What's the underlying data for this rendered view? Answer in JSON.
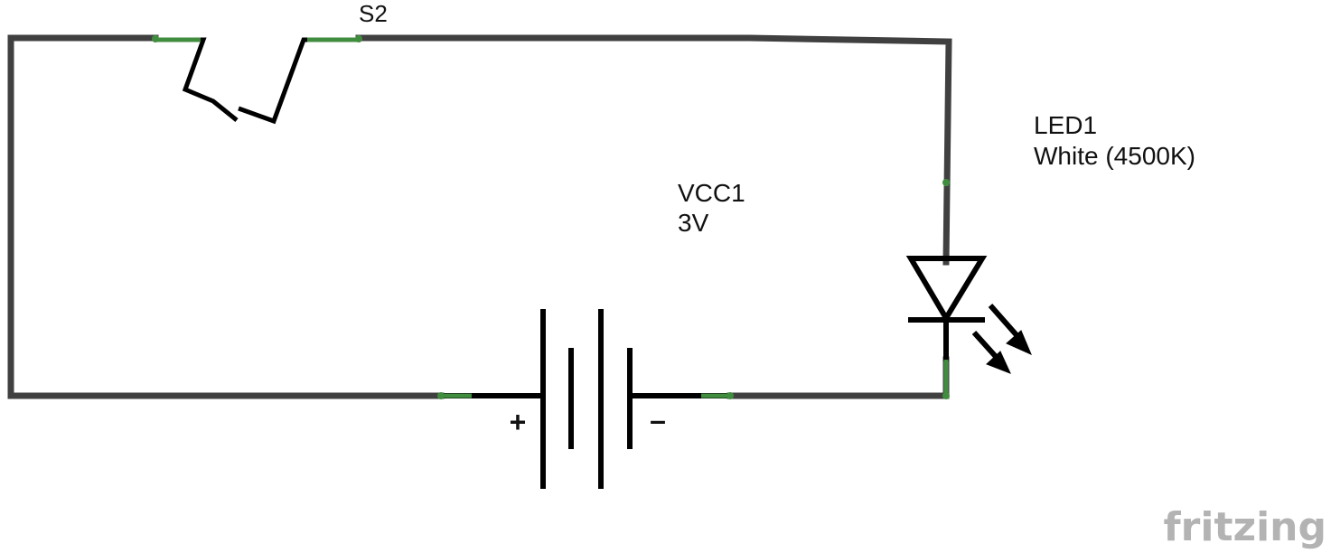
{
  "diagram": {
    "switch": {
      "ref": "S2"
    },
    "battery": {
      "ref": "VCC1",
      "value": "3V",
      "plus": "+",
      "minus": "–"
    },
    "led": {
      "ref": "LED1",
      "value": "White (4500K)"
    },
    "watermark": "fritzing"
  },
  "colors": {
    "wire": "#404040",
    "symbol": "#000000",
    "connector": "#418d3f"
  }
}
